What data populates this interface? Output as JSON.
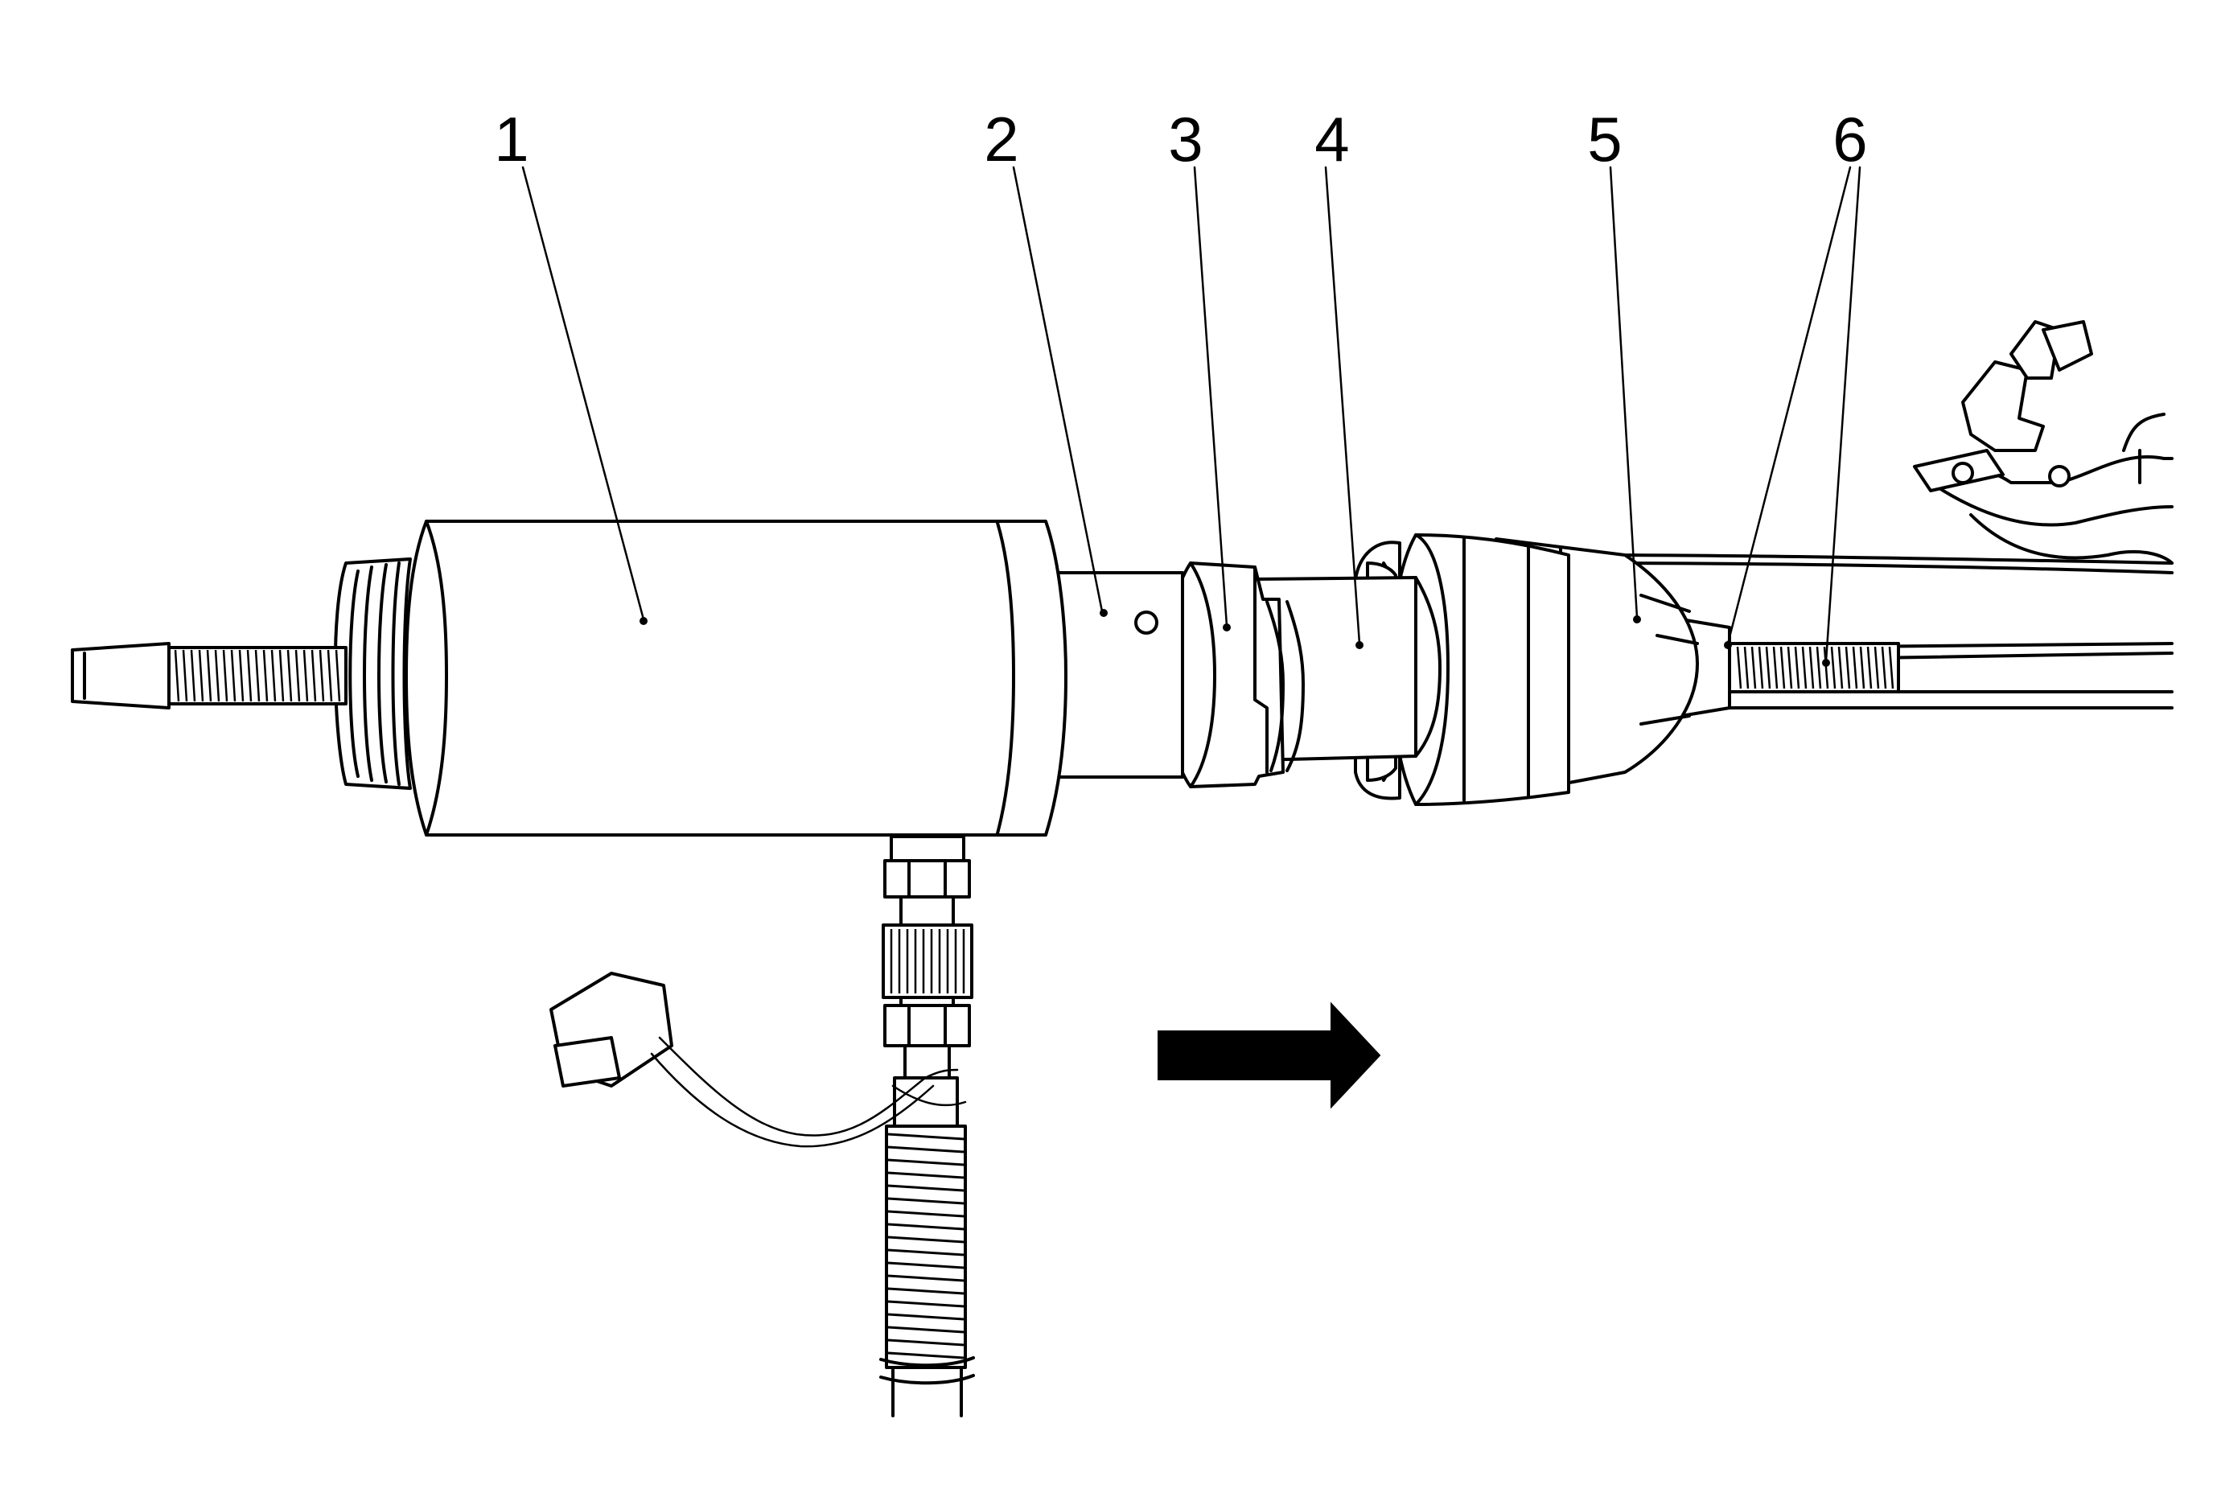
{
  "diagram": {
    "callouts": [
      {
        "id": "1",
        "label": "1"
      },
      {
        "id": "2",
        "label": "2"
      },
      {
        "id": "3",
        "label": "3"
      },
      {
        "id": "4",
        "label": "4"
      },
      {
        "id": "5",
        "label": "5"
      },
      {
        "id": "6",
        "label": "6"
      }
    ],
    "arrow_direction": "right",
    "colors": {
      "ink": "#000000",
      "paper": "#ffffff"
    }
  }
}
